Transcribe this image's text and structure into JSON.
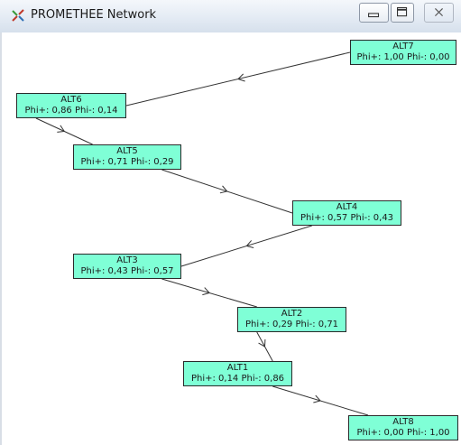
{
  "window": {
    "title": "PROMETHEE Network",
    "icon": "promethee-network-icon",
    "controls": {
      "minimize_icon": "minimize-icon",
      "maximize_icon": "maximize-icon",
      "close_icon": "close-icon"
    }
  },
  "colors": {
    "node_fill": "#7fffd6",
    "node_border": "#2a2a2a",
    "edge": "#333333",
    "canvas_bg": "#ffffff"
  },
  "network": {
    "nodes": [
      {
        "id": "ALT7",
        "name": "ALT7",
        "values": "Phi+: 1,00  Phi-: 0,00"
      },
      {
        "id": "ALT6",
        "name": "ALT6",
        "values": "Phi+: 0,86  Phi-: 0,14"
      },
      {
        "id": "ALT5",
        "name": "ALT5",
        "values": "Phi+: 0,71  Phi-: 0,29"
      },
      {
        "id": "ALT4",
        "name": "ALT4",
        "values": "Phi+: 0,57  Phi-: 0,43"
      },
      {
        "id": "ALT3",
        "name": "ALT3",
        "values": "Phi+: 0,43  Phi-: 0,57"
      },
      {
        "id": "ALT2",
        "name": "ALT2",
        "values": "Phi+: 0,29  Phi-: 0,71"
      },
      {
        "id": "ALT1",
        "name": "ALT1",
        "values": "Phi+: 0,14  Phi-: 0,86"
      },
      {
        "id": "ALT8",
        "name": "ALT8",
        "values": "Phi+: 0,00  Phi-: 1,00"
      }
    ],
    "edges": [
      {
        "from": "ALT7",
        "to": "ALT6"
      },
      {
        "from": "ALT6",
        "to": "ALT5"
      },
      {
        "from": "ALT5",
        "to": "ALT4"
      },
      {
        "from": "ALT4",
        "to": "ALT3"
      },
      {
        "from": "ALT3",
        "to": "ALT2"
      },
      {
        "from": "ALT2",
        "to": "ALT1"
      },
      {
        "from": "ALT1",
        "to": "ALT8"
      }
    ]
  }
}
